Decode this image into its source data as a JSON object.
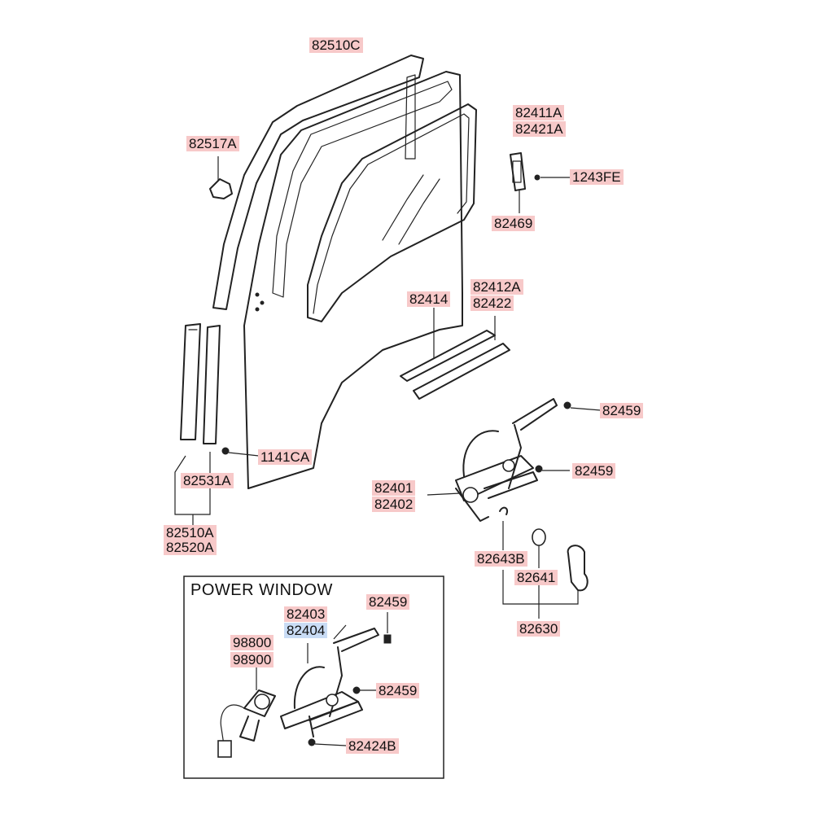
{
  "colors": {
    "label_bg": "#f7c9c9",
    "label_highlight_bg": "#c9dcf5",
    "line": "#222222"
  },
  "inset": {
    "title": "POWER WINDOW"
  },
  "parts": [
    {
      "id": "82510C",
      "label": "82510C"
    },
    {
      "id": "82517A",
      "label": "82517A"
    },
    {
      "id": "82411A",
      "label": "82411A"
    },
    {
      "id": "82421A",
      "label": "82421A"
    },
    {
      "id": "1243FE",
      "label": "1243FE"
    },
    {
      "id": "82469",
      "label": "82469"
    },
    {
      "id": "82412A",
      "label": "82412A"
    },
    {
      "id": "82422",
      "label": "82422"
    },
    {
      "id": "82414",
      "label": "82414"
    },
    {
      "id": "82459a",
      "label": "82459"
    },
    {
      "id": "82459b",
      "label": "82459"
    },
    {
      "id": "1141CA",
      "label": "1141CA"
    },
    {
      "id": "82531A",
      "label": "82531A"
    },
    {
      "id": "82401",
      "label": "82401"
    },
    {
      "id": "82402",
      "label": "82402"
    },
    {
      "id": "82510A",
      "label": "82510A"
    },
    {
      "id": "82520A",
      "label": "82520A"
    },
    {
      "id": "82643B",
      "label": "82643B"
    },
    {
      "id": "82641",
      "label": "82641"
    },
    {
      "id": "82630",
      "label": "82630"
    },
    {
      "id": "82403",
      "label": "82403"
    },
    {
      "id": "82404",
      "label": "82404",
      "highlighted": true
    },
    {
      "id": "82459c",
      "label": "82459"
    },
    {
      "id": "98800",
      "label": "98800"
    },
    {
      "id": "98900",
      "label": "98900"
    },
    {
      "id": "82459d",
      "label": "82459"
    },
    {
      "id": "82424B",
      "label": "82424B"
    }
  ]
}
